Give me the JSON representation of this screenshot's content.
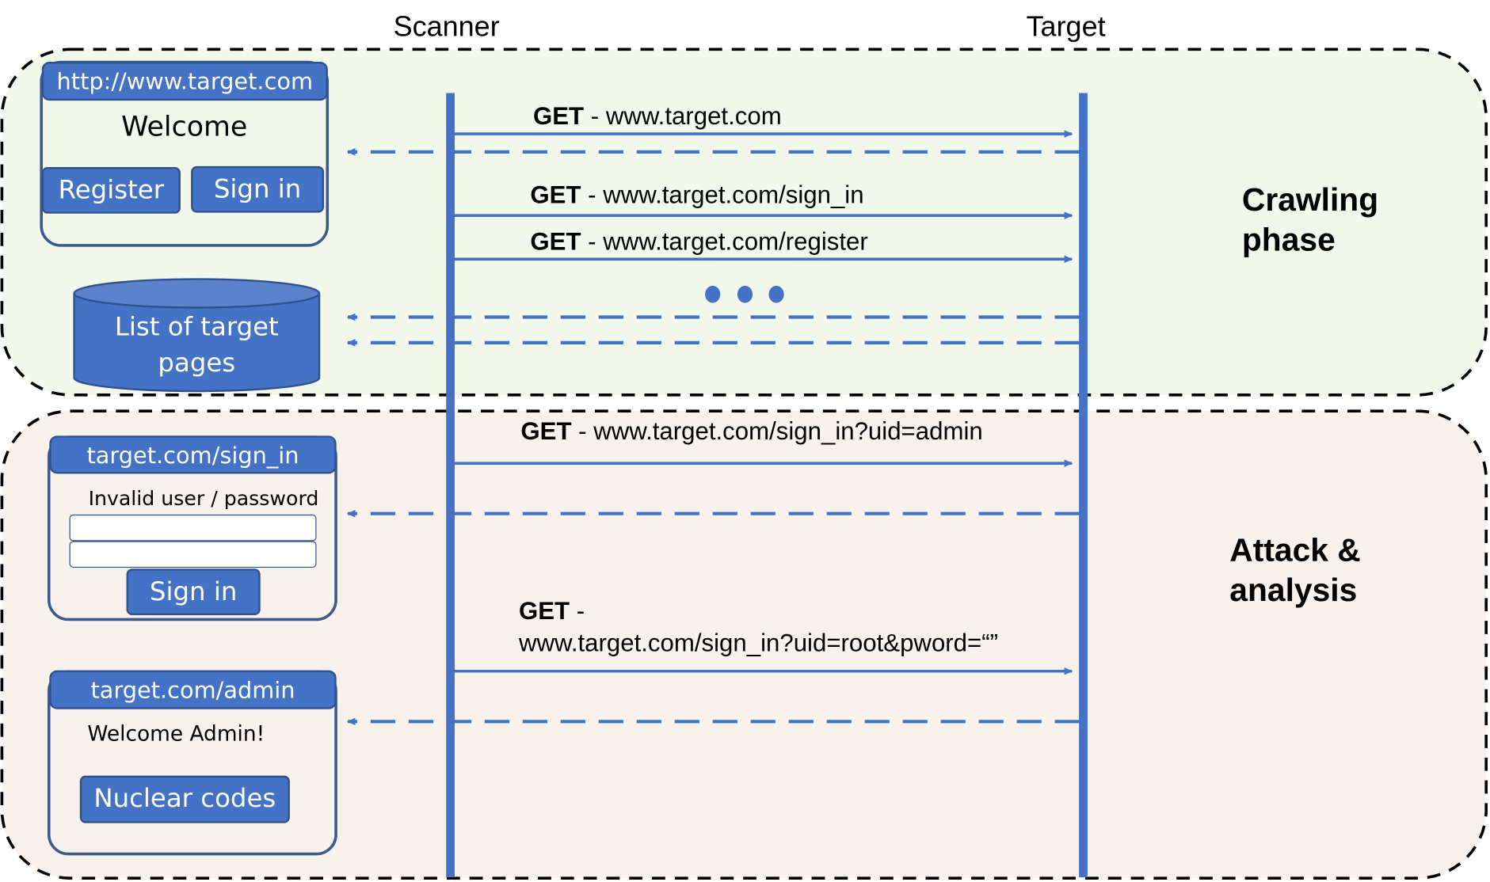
{
  "lanes": {
    "scanner": "Scanner",
    "target": "Target"
  },
  "phases": {
    "crawling": {
      "line1": "Crawling",
      "line2": "phase"
    },
    "attack": {
      "line1": "Attack &",
      "line2": "analysis"
    }
  },
  "messages": {
    "m1": {
      "method": "GET",
      "sep": " - ",
      "url": "www.target.com"
    },
    "m2": {
      "method": "GET",
      "sep": " - ",
      "url": "www.target.com/sign_in"
    },
    "m3": {
      "method": "GET",
      "sep": " - ",
      "url": "www.target.com/register"
    },
    "m4": {
      "method": "GET",
      "sep": " - ",
      "url": "www.target.com/sign_in?uid=admin"
    },
    "m5": {
      "method": "GET",
      "sep": " -",
      "url": "www.target.com/sign_in?uid=root&pword=“”"
    }
  },
  "windows": {
    "home": {
      "url": "http://www.target.com",
      "heading": "Welcome",
      "register_button": "Register",
      "signin_button": "Sign in"
    },
    "database": {
      "line1": "List of target",
      "line2": "pages"
    },
    "signin": {
      "url": "target.com/sign_in",
      "message": "Invalid user / password",
      "signin_button": "Sign in"
    },
    "admin": {
      "url": "target.com/admin",
      "message": "Welcome Admin!",
      "codes_button": "Nuclear codes"
    }
  },
  "colors": {
    "arrow": "#4472c4",
    "lifeline": "#4472c4",
    "crawling_bg": "#f3f8ec",
    "attack_bg": "#f8f1ec",
    "window_border": "#3d5a8c",
    "button_fill": "#4472c4"
  }
}
